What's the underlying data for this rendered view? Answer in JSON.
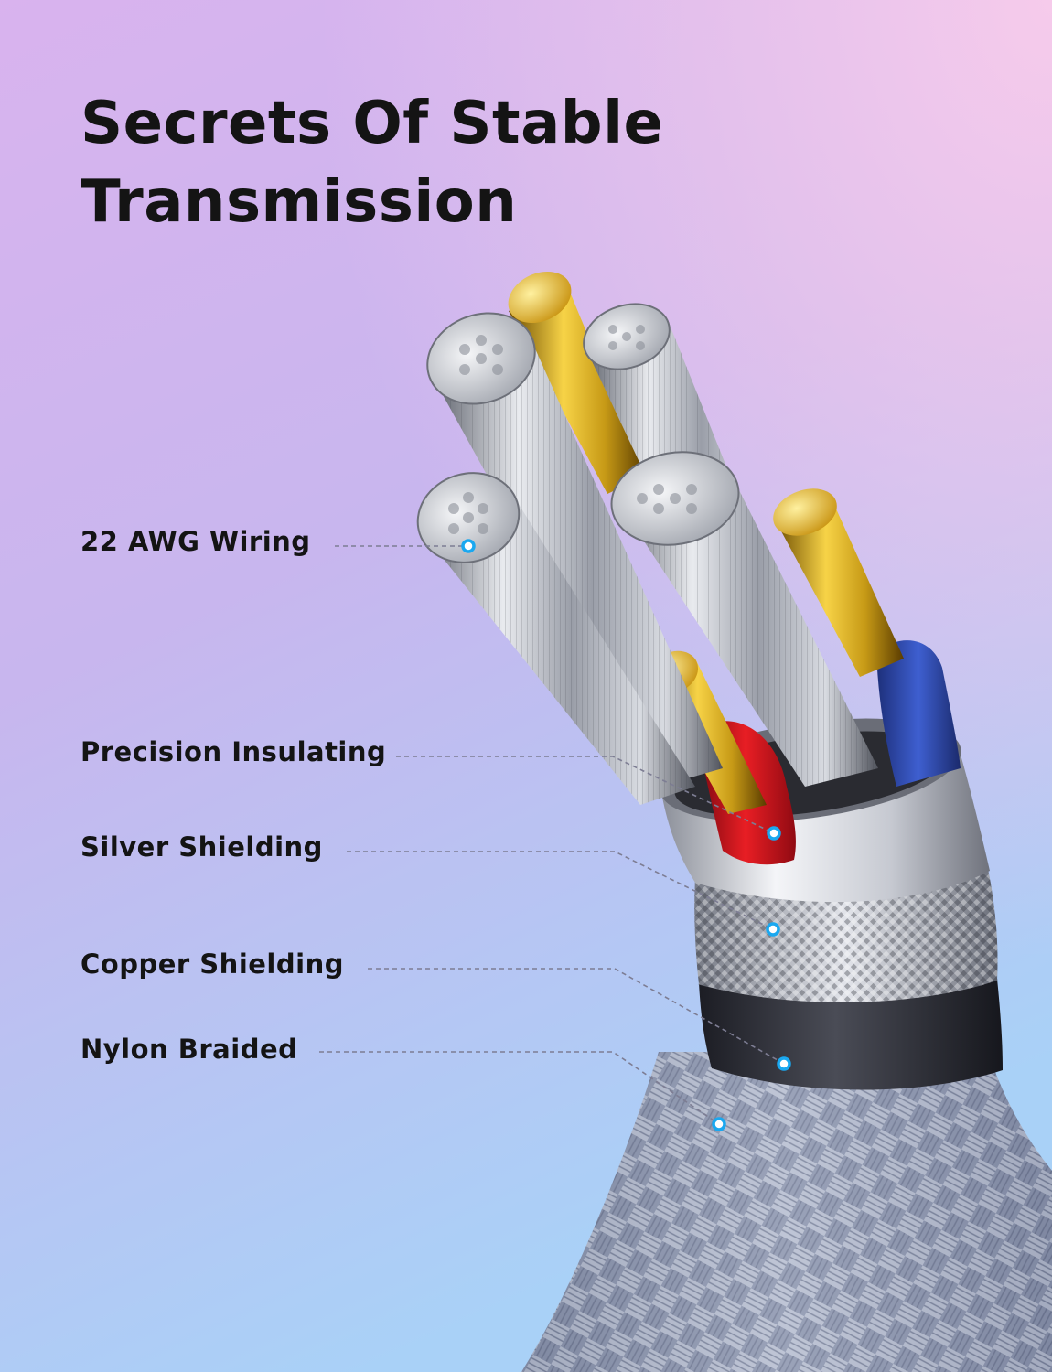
{
  "title": {
    "line1": "Secrets Of Stable",
    "line2": "Transmission"
  },
  "callouts": [
    {
      "id": "wiring",
      "label": "22 AWG Wiring"
    },
    {
      "id": "insulating",
      "label": "Precision Insulating"
    },
    {
      "id": "silver",
      "label": "Silver Shielding"
    },
    {
      "id": "copper",
      "label": "Copper Shielding"
    },
    {
      "id": "nylon",
      "label": "Nylon Braided"
    }
  ],
  "colors": {
    "bg_top_left": "#d4aaf0",
    "bg_top_right": "#f4c8ec",
    "bg_bottom": "#a8d2f8",
    "dot": "#1aa8f0",
    "leader": "#7d7d93",
    "text": "#141414"
  }
}
